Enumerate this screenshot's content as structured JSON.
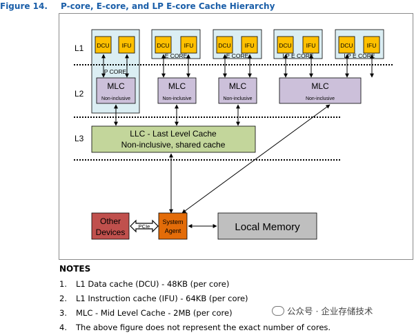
{
  "figure": {
    "number": "Figure 14.",
    "title": "P-core, E-core, and LP E-core Cache Hierarchy"
  },
  "diagram": {
    "levels": [
      "L1",
      "L2",
      "L3"
    ],
    "l1_units": [
      "DCU",
      "IFU"
    ],
    "cores": [
      {
        "label": "P CORE",
        "l2": "MLC",
        "l2_note": "Non-inclusive"
      },
      {
        "label": "E CORE",
        "l2": "MLC",
        "l2_note": "Non-inclusive"
      },
      {
        "label": "E CORE",
        "l2": "MLC",
        "l2_note": "Non-inclusive"
      },
      {
        "label": "LP E CORE"
      },
      {
        "label": "LP E CORE",
        "l2": "MLC",
        "l2_note": "Non-inclusive"
      }
    ],
    "llc_line1": "LLC - Last Level Cache",
    "llc_line2": "Non-inclusive, shared cache",
    "other_devices": "Other Devices",
    "pcie": "PCIe",
    "system_agent_line1": "System",
    "system_agent_line2": "Agent",
    "local_memory": "Local Memory",
    "colors": {
      "core_bg": "#dbeef3",
      "l1_unit": "#ffc000",
      "mlc": "#ccc0da",
      "llc": "#c3d69b",
      "other_devices": "#c0504d",
      "system_agent": "#e36c09",
      "local_memory": "#bfbfbf"
    }
  },
  "notes": {
    "heading": "NOTES",
    "items": [
      {
        "num": "1.",
        "text": "L1 Data cache (DCU) - 48KB (per core)"
      },
      {
        "num": "2.",
        "text": "L1 Instruction cache (IFU) - 64KB (per core)"
      },
      {
        "num": "3.",
        "text": "MLC - Mid Level Cache - 2MB (per core)"
      },
      {
        "num": "4.",
        "text": "The above figure does not represent the exact number of cores."
      }
    ]
  },
  "watermark": "公众号 · 企业存储技术"
}
